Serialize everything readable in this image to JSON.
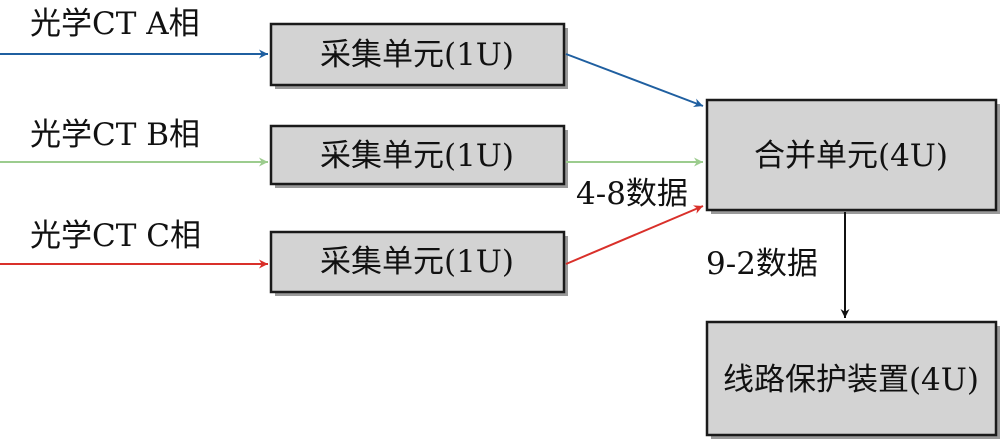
{
  "inputs": [
    {
      "label": "光学CT A相",
      "color": "#1f5fa0"
    },
    {
      "label": "光学CT B相",
      "color": "#9ccc8e"
    },
    {
      "label": "光学CT C相",
      "color": "#d9302a"
    }
  ],
  "acquisition_units": [
    {
      "label": "采集单元(1U)"
    },
    {
      "label": "采集单元(1U)"
    },
    {
      "label": "采集单元(1U)"
    }
  ],
  "merging_unit": {
    "label": "合并单元(4U)"
  },
  "protection_device": {
    "label": "线路保护装置(4U)"
  },
  "links": {
    "acq_to_merge_label": "4-8数据",
    "merge_to_protect_label": "9-2数据",
    "merge_to_protect_color": "#111111"
  }
}
